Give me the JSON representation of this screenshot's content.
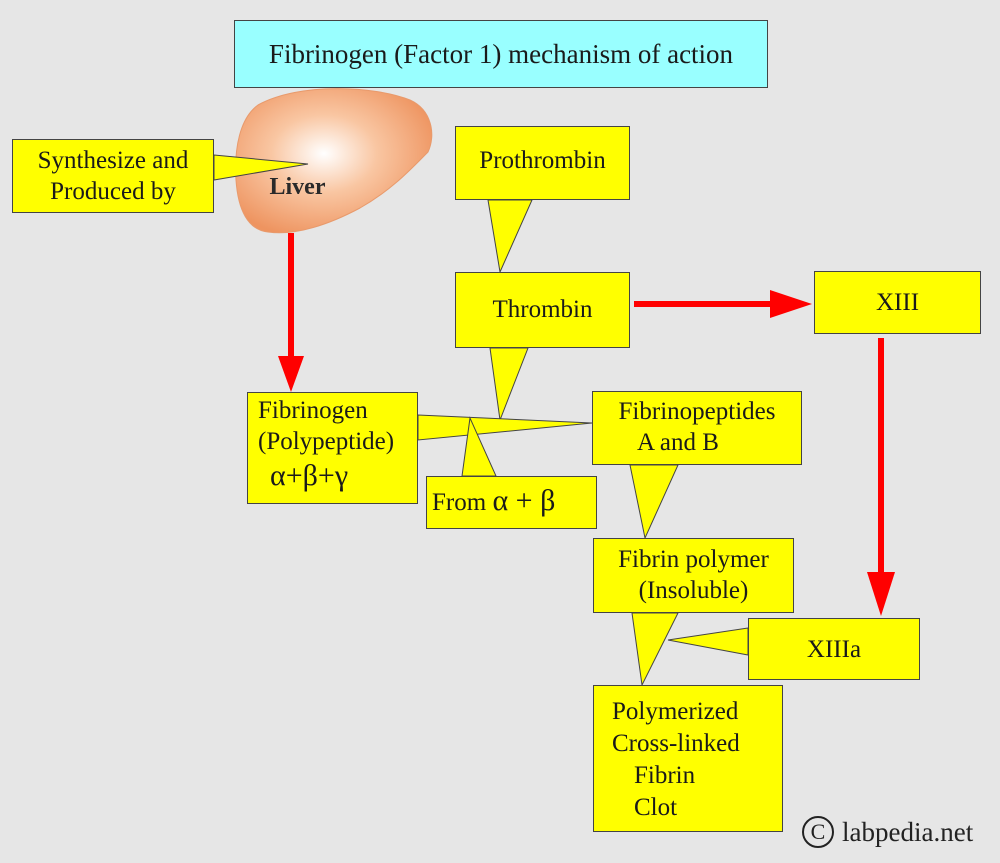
{
  "title": "Fibrinogen (Factor 1) mechanism of action",
  "liver": {
    "label": "Liver"
  },
  "synthesize": {
    "lines": [
      "Synthesize and",
      "Produced by"
    ]
  },
  "prothrombin": {
    "label": "Prothrombin"
  },
  "thrombin": {
    "label": "Thrombin"
  },
  "xiii": {
    "label": "XIII"
  },
  "fibrinogen": {
    "lines": [
      "Fibrinogen",
      "(Polypeptide)"
    ],
    "formula": "α+β+γ"
  },
  "fibrinopeptides": {
    "lines": [
      "Fibrinopeptides",
      "A and B"
    ]
  },
  "from": {
    "prefix": "From",
    "formula": "α + β"
  },
  "fibrin_polymer": {
    "lines": [
      "Fibrin polymer",
      "(Insoluble)"
    ]
  },
  "xiiia": {
    "label": "XIIIa"
  },
  "clot": {
    "lines": [
      "Polymerized",
      "Cross-linked",
      "Fibrin",
      "Clot"
    ]
  },
  "copyright": {
    "symbol": "C",
    "text": "labpedia.net"
  },
  "colors": {
    "callout": "#ffff00",
    "title": "#99ffff",
    "arrow": "#ff0000",
    "liver": "#f4a070",
    "background": "#e6e6e6"
  }
}
